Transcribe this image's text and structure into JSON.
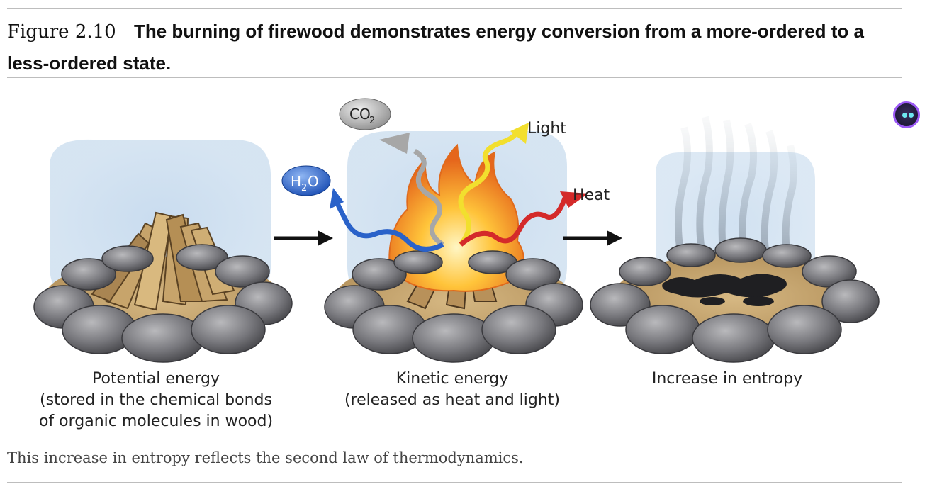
{
  "figure": {
    "number": "Figure 2.10",
    "title": "The burning of firewood demonstrates energy conversion from a more-ordered to a less-ordered state."
  },
  "illustration": {
    "molecules": {
      "co2": "CO",
      "co2_sub": "2",
      "h2o_h": "H",
      "h2o_sub": "2",
      "h2o_o": "O"
    },
    "arrow_labels": {
      "light": "Light",
      "heat": "Heat"
    },
    "panels": [
      {
        "lines": [
          "Potential energy",
          "(stored in the chemical bonds",
          "of organic molecules in wood)"
        ]
      },
      {
        "lines": [
          "Kinetic energy",
          "(released as heat and light)"
        ]
      },
      {
        "lines": [
          "Increase in entropy"
        ]
      }
    ]
  },
  "footnote": "This increase in entropy reflects the second law of thermodynamics.",
  "colors": {
    "accent_purple": "#9b59f5",
    "heat_red": "#d42a2a",
    "light_yellow": "#f2df2e",
    "h2o_blue": "#2a62c9",
    "co2_gray": "#a7a7a7"
  },
  "icons": {
    "assistant": "bot-face-icon"
  }
}
